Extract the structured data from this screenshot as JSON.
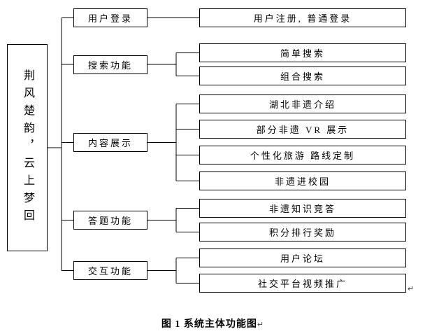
{
  "diagram": {
    "root": {
      "label": "荆风楚韵，云上梦回"
    },
    "branches": [
      {
        "label": "用户登录",
        "children": [
          "用户注册, 普通登录"
        ]
      },
      {
        "label": "搜索功能",
        "children": [
          "简单搜索",
          "组合搜索"
        ]
      },
      {
        "label": "内容展示",
        "children": [
          "湖北非遗介绍",
          "部分非遗 VR 展示",
          "个性化旅游 路线定制",
          "非遗进校园"
        ]
      },
      {
        "label": "答题功能",
        "children": [
          "非遗知识竞答",
          "积分排行奖励"
        ]
      },
      {
        "label": "交互功能",
        "children": [
          "用户论坛",
          "社交平台视频推广"
        ]
      }
    ],
    "caption": "图 1 系统主体功能图",
    "pilcrow": "↵",
    "colors": {
      "border": "#000000",
      "background": "#ffffff",
      "text": "#000000"
    }
  }
}
